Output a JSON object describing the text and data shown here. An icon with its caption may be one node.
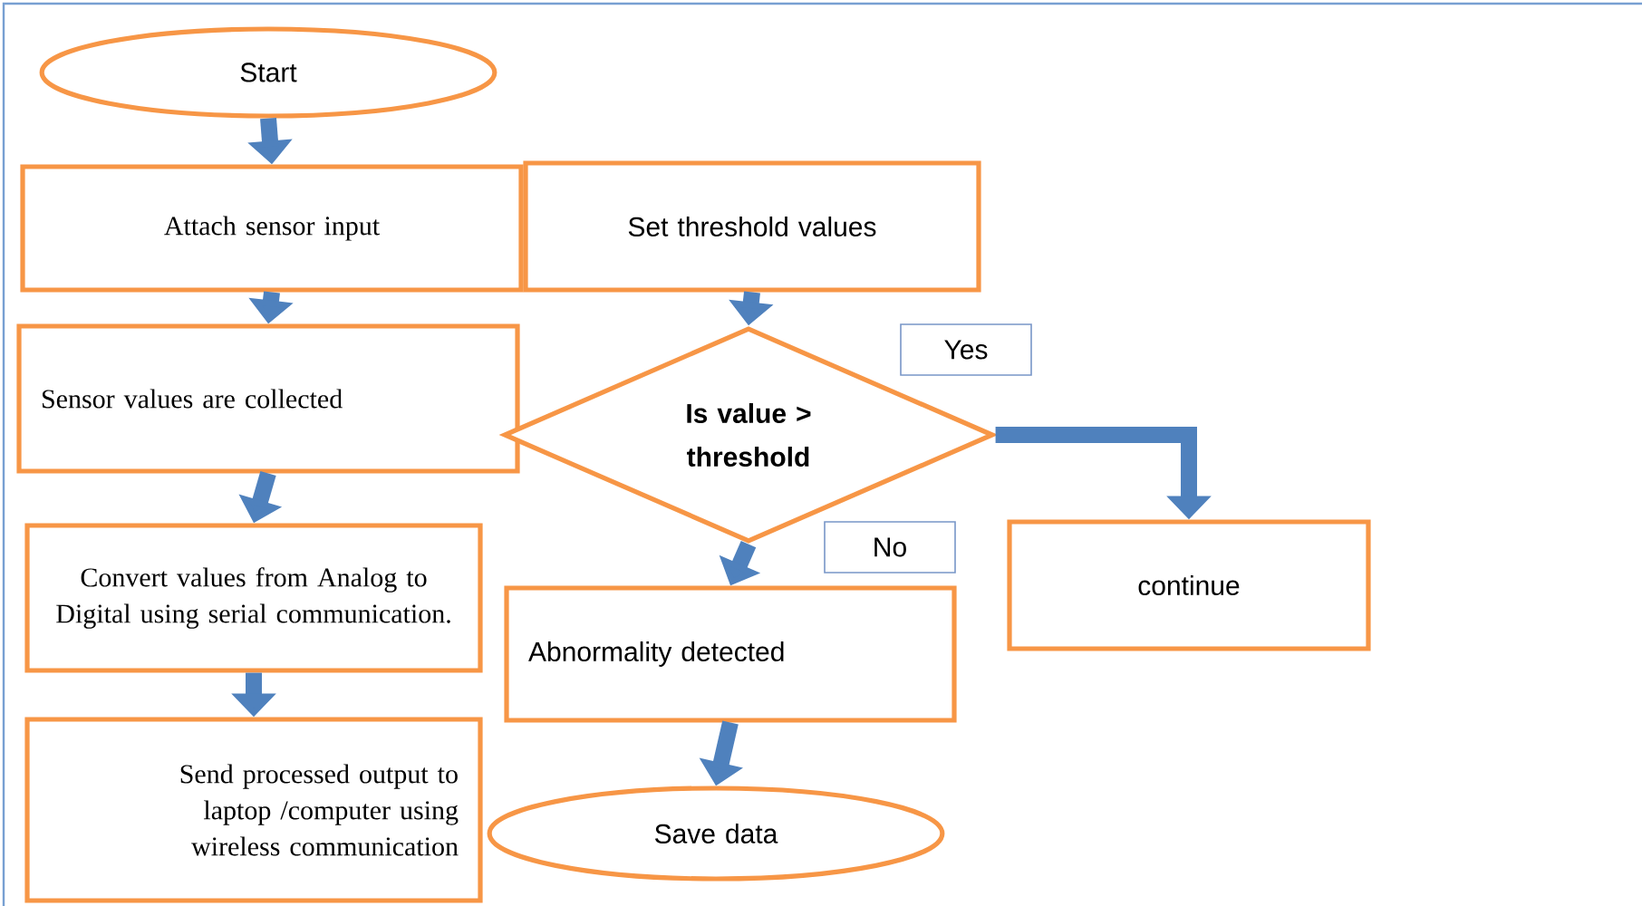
{
  "diagram": {
    "nodes": [
      {
        "text": [
          "Start"
        ]
      },
      {
        "text": [
          "Attach sensor input"
        ]
      },
      {
        "text": [
          "Sensor values are collected"
        ]
      },
      {
        "text": [
          "Convert values from Analog to Digital using serial communication."
        ]
      },
      {
        "text": [
          "Send processed output to laptop /computer using wireless communication"
        ]
      },
      {
        "text": [
          "Set threshold values"
        ]
      },
      {
        "text": [
          "Is value > threshold"
        ]
      },
      {
        "text": [
          "Abnormality detected"
        ]
      },
      {
        "text": [
          "Save data"
        ]
      },
      {
        "text": [
          "continue"
        ]
      }
    ],
    "edges": [
      {
        "from": 0,
        "to": 1,
        "arrow": "to"
      },
      {
        "from": 1,
        "to": 2,
        "arrow": "to"
      },
      {
        "from": 2,
        "to": 3,
        "arrow": "to"
      },
      {
        "from": 3,
        "to": 4,
        "arrow": "to"
      },
      {
        "from": 5,
        "to": 6,
        "arrow": "to"
      },
      {
        "from": 6,
        "to": 9,
        "arrow": "to",
        "label": "Yes"
      },
      {
        "from": 6,
        "to": 7,
        "arrow": "to",
        "label": "No"
      },
      {
        "from": 7,
        "to": 8,
        "arrow": "to"
      }
    ]
  }
}
